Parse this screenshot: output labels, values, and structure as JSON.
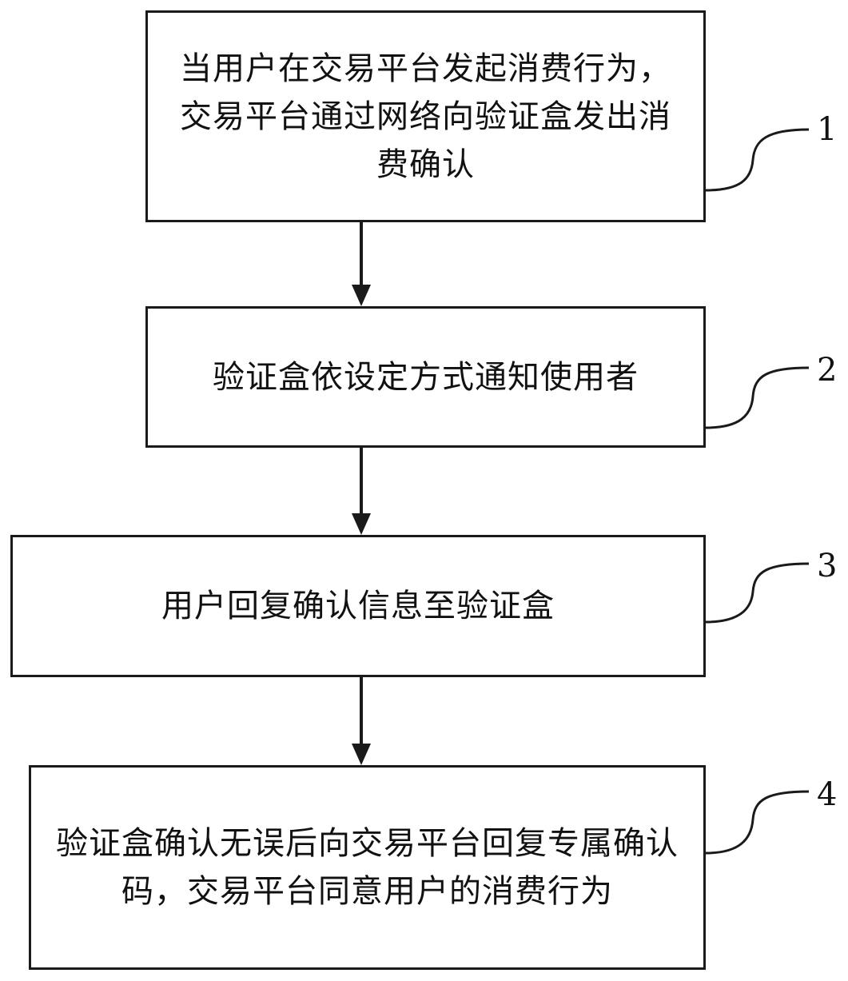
{
  "steps": [
    {
      "id": "1",
      "text": "当用户在交易平台发起消费行为，交易平台通过网络向验证盒发出消费确认"
    },
    {
      "id": "2",
      "text": "验证盒依设定方式通知使用者"
    },
    {
      "id": "3",
      "text": "用户回复确认信息至验证盒"
    },
    {
      "id": "4",
      "text": "验证盒确认无误后向交易平台回复专属确认码，交易平台同意用户的消费行为"
    }
  ],
  "colors": {
    "line": "#1a1a1a",
    "background": "#ffffff"
  }
}
